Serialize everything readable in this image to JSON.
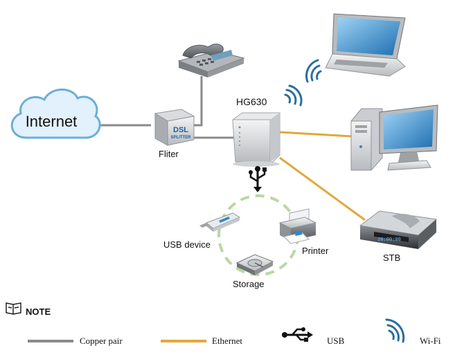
{
  "colors": {
    "copper": "#8a8a8a",
    "ethernet": "#e0a93a",
    "usb_ring": "#b9d8a3",
    "wifi": "#2b6e9c",
    "cloud_edge": "#6aaed8",
    "cloud_fill": "#e2f1fb",
    "device_grey": "#8f9398",
    "screen_blue": "#2f88c8"
  },
  "diagram": {
    "internet_label": "Internet",
    "filter_label": "Fliter",
    "splitter_text_top": "DSL",
    "splitter_text_bottom": "SPLITTER",
    "router_label": "HG630",
    "stb_label": "STB",
    "stb_display": "20:00:00",
    "usb_device_label": "USB device",
    "printer_label": "Printer",
    "storage_label": "Storage"
  },
  "note": {
    "heading": "NOTE",
    "icon": "book-icon",
    "legend": [
      {
        "key": "copper",
        "label": "Copper pair",
        "symbol": "line",
        "color": "#8a8a8a"
      },
      {
        "key": "ethernet",
        "label": "Ethernet",
        "symbol": "line",
        "color": "#e0a93a"
      },
      {
        "key": "usb",
        "label": "USB",
        "symbol": "usb-icon"
      },
      {
        "key": "wifi",
        "label": "Wi-Fi",
        "symbol": "wifi-icon",
        "color": "#2b6e9c"
      }
    ]
  }
}
